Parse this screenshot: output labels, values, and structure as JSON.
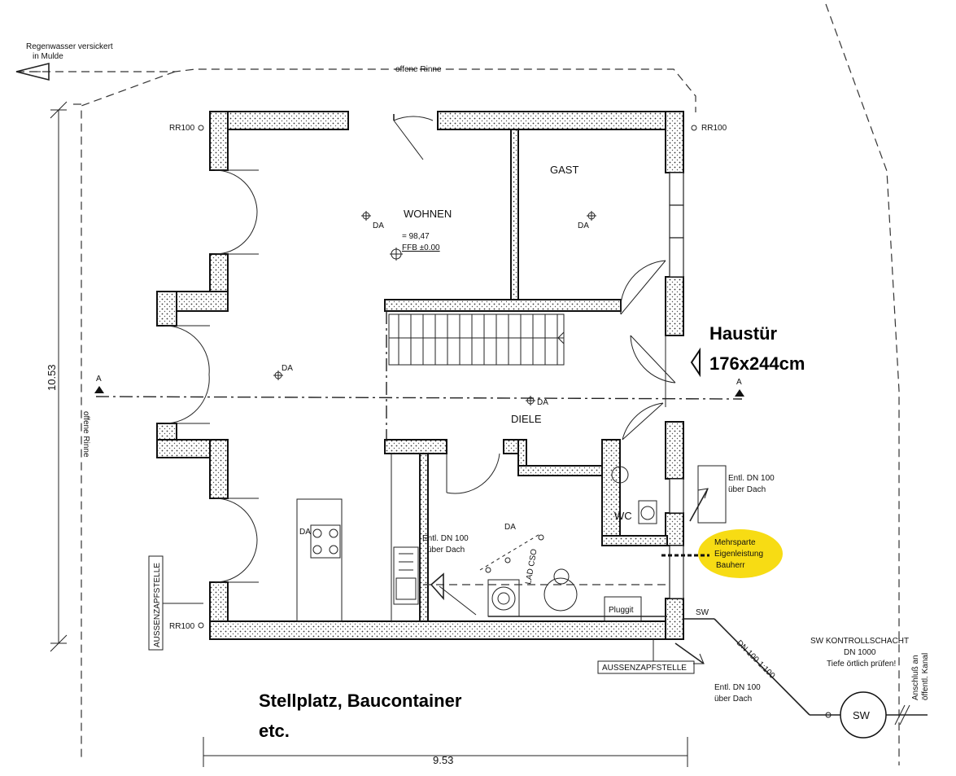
{
  "labels": {
    "regenwasser_1": "Regenwasser versickert",
    "regenwasser_2": "in Mulde",
    "offene_rinne_top": "offene Rinne",
    "offene_rinne_left": "offene Rinne",
    "rr100_top_left": "RR100",
    "rr100_top_right": "RR100",
    "rr100_bottom_left": "RR100",
    "dim_height": "10.53",
    "dim_width": "9.53",
    "section_left": "A",
    "section_right": "A"
  },
  "rooms": {
    "wohnen": "WOHNEN",
    "level_1": "= 98,47",
    "level_2": "FFB ±0.00",
    "gast": "GAST",
    "diele": "DIELE",
    "wc": "WC"
  },
  "fixtures": {
    "da": "DA",
    "lad_cso": "LAD CSO",
    "pluggit": "Pluggit",
    "entl_1": "Entl. DN 100",
    "entl_2": "über Dach",
    "sw": "SW",
    "pipe": "DN 100 1:100",
    "schacht_1": "SW KONTROLLSCHACHT",
    "schacht_2": "DN 1000",
    "schacht_3": "Tiefe örtlich prüfen!",
    "schacht_circle": "SW",
    "anschluss_1": "Anschluß an",
    "anschluss_2": "öffentl. Kanal",
    "aussen_left": "AUSSENZAPFSTELLE",
    "aussen_bottom": "AUSSENZAPFSTELLE"
  },
  "annotations": {
    "haustuer_1": "Haustür",
    "haustuer_2": "176x244cm",
    "mehrsparte_1": "Mehrsparte",
    "mehrsparte_2": "Eigenleistung",
    "mehrsparte_3": "Bauherr",
    "stellplatz_1": "Stellplatz, Baucontainer",
    "stellplatz_2": "etc."
  },
  "colors": {
    "highlight": "#f7dc14",
    "ink": "#111111",
    "paper": "#ffffff"
  }
}
